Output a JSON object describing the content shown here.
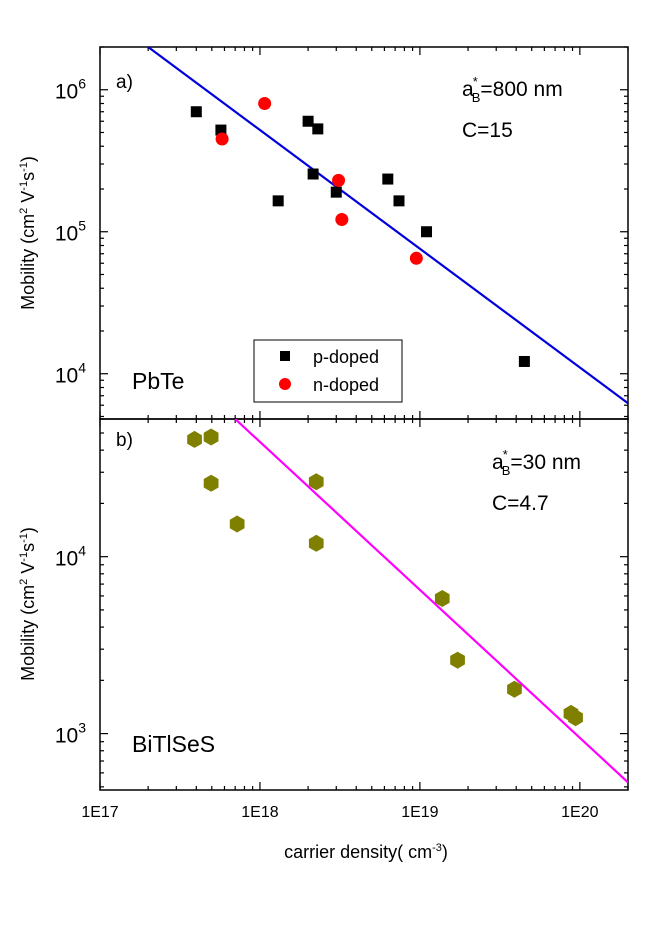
{
  "chart_data": [
    {
      "panel": "a)",
      "type": "scatter",
      "title": "",
      "xlabel_main": "carrier density( cm",
      "xlabel_sup": "-3",
      "xlabel_close": ")",
      "ylabel": "Mobility (cm² V⁻¹s⁻¹)",
      "xscale": "log",
      "yscale": "log",
      "xlim": [
        1e+17,
        2e+20
      ],
      "ylim": [
        4800,
        2000000
      ],
      "yticks": [
        {
          "value": 10000,
          "base": "10",
          "exp": "4"
        },
        {
          "value": 100000,
          "base": "10",
          "exp": "5"
        },
        {
          "value": 1000000,
          "base": "10",
          "exp": "6"
        }
      ],
      "annotation_sample": "PbTe",
      "annotation_ab_base": "a",
      "annotation_ab_sub": "B",
      "annotation_ab_star": "*",
      "annotation_ab_value": "=800 nm",
      "annotation_c": "C=15",
      "legend_position": "bottom-center",
      "series": [
        {
          "name": "p-doped",
          "marker": "square",
          "color": "#000000",
          "points": [
            [
              4e+17,
              700000
            ],
            [
              5.7e+17,
              520000
            ],
            [
              1.3e+18,
              165000
            ],
            [
              2e+18,
              600000
            ],
            [
              2.15e+18,
              255000
            ],
            [
              2.3e+18,
              530000
            ],
            [
              3e+18,
              190000
            ],
            [
              6.3e+18,
              235000
            ],
            [
              7.4e+18,
              165000
            ],
            [
              1.1e+19,
              100000
            ],
            [
              4.5e+19,
              12200
            ]
          ]
        },
        {
          "name": "n-doped",
          "marker": "circle",
          "color": "#ff0000",
          "points": [
            [
              5.8e+17,
              450000
            ],
            [
              1.07e+18,
              800000
            ],
            [
              3.1e+18,
              230000
            ],
            [
              3.25e+18,
              122000
            ],
            [
              9.5e+18,
              65000
            ]
          ]
        }
      ],
      "fit_line": {
        "color": "#0000dd",
        "points": [
          [
            2e+17,
            2000000
          ],
          [
            2e+20,
            6200
          ]
        ]
      }
    },
    {
      "panel": "b)",
      "type": "scatter",
      "title": "",
      "xlabel_main": "carrier density( cm",
      "xlabel_sup": "-3",
      "xlabel_close": ")",
      "ylabel": "Mobility (cm² V⁻¹s⁻¹)",
      "xscale": "log",
      "yscale": "log",
      "xlim": [
        1e+17,
        2e+20
      ],
      "ylim": [
        480,
        60000
      ],
      "xticks": [
        "1E17",
        "1E18",
        "1E19",
        "1E20"
      ],
      "yticks": [
        {
          "value": 1000,
          "base": "10",
          "exp": "3"
        },
        {
          "value": 10000,
          "base": "10",
          "exp": "4"
        }
      ],
      "annotation_sample": "BiTlSeS",
      "annotation_ab_base": "a",
      "annotation_ab_sub": "B",
      "annotation_ab_star": "*",
      "annotation_ab_value": "=30 nm",
      "annotation_c": "C=4.7",
      "series": [
        {
          "name": "",
          "marker": "hexagon",
          "color": "#7f7f00",
          "points": [
            [
              3.9e+17,
              46000
            ],
            [
              4.95e+17,
              47500
            ],
            [
              4.95e+17,
              26000
            ],
            [
              7.2e+17,
              15300
            ],
            [
              2.25e+18,
              26500
            ],
            [
              2.25e+18,
              11900
            ],
            [
              1.38e+19,
              5800
            ],
            [
              1.72e+19,
              2600
            ],
            [
              3.9e+19,
              1780
            ],
            [
              8.8e+19,
              1300
            ],
            [
              9.4e+19,
              1230
            ]
          ]
        }
      ],
      "fit_line": {
        "color": "#ff00ff",
        "points": [
          [
            7e+17,
            60000
          ],
          [
            2e+20,
            530
          ]
        ]
      }
    }
  ]
}
